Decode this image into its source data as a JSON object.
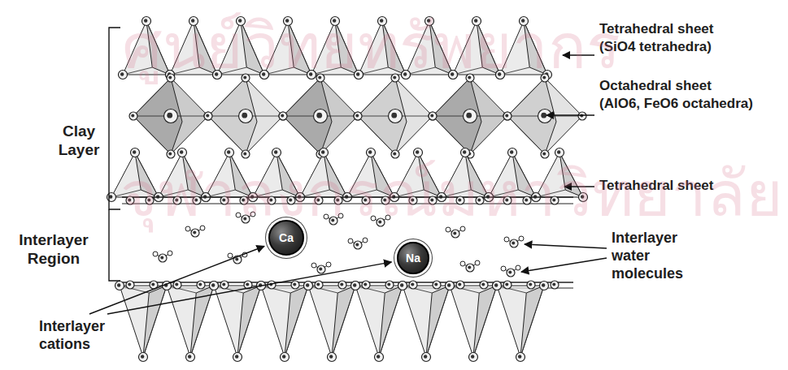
{
  "diagram": {
    "nodes": [
      {
        "text": [
          "Ca"
        ]
      },
      {
        "text": [
          "Na"
        ]
      }
    ],
    "labels": [
      "Tetrahedral sheet",
      "(SiO4 tetrahedra)",
      "Octahedral sheet",
      "(AlO6, FeO6 octahedra)",
      "Tetrahedral sheet",
      "Clay Layer",
      "Interlayer Region",
      "Interlayer water molecules",
      "Interlayer cations",
      "ศูนย์วิทยทรัพยากร",
      "จุฬาลงกรณ์มหาวิทยาลัย"
    ]
  }
}
